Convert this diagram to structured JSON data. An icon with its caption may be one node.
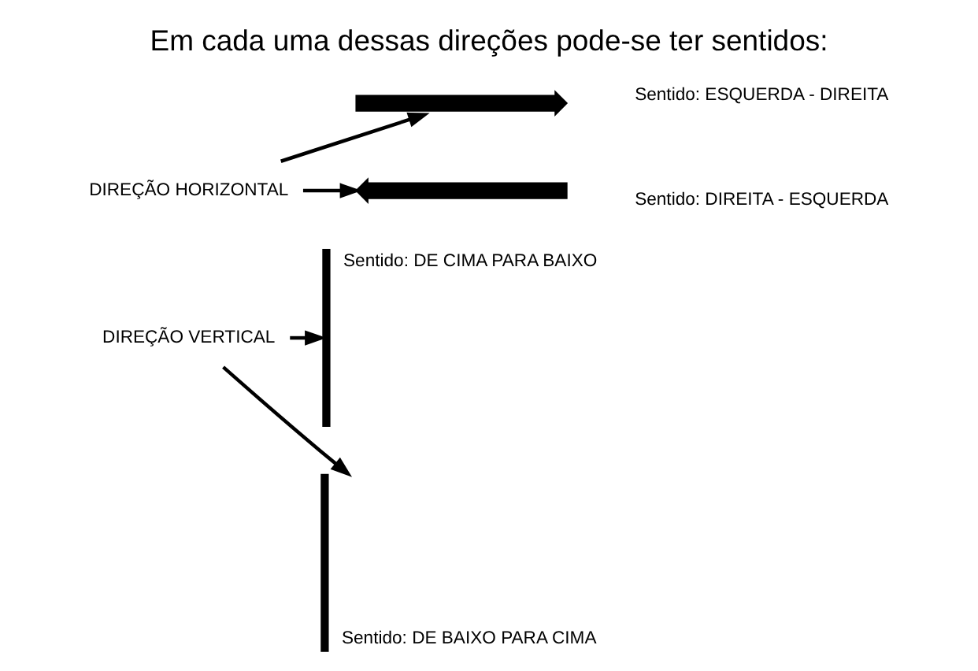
{
  "diagram": {
    "title": "Em cada uma dessas direções pode-se ter sentidos:",
    "nodes": [
      {
        "text": [
          "DIREÇÃO HORIZONTAL"
        ]
      },
      {
        "text": [],
        "shape": "bar",
        "beside": [
          "Sentido: ESQUERDA - DIREITA"
        ]
      },
      {
        "text": [],
        "shape": "bar",
        "beside": [
          "Sentido: DIREITA - ESQUERDA"
        ]
      },
      {
        "text": [
          "DIREÇÃO VERTICAL"
        ]
      },
      {
        "text": [],
        "shape": "bar",
        "beside": [
          "Sentido: DE CIMA PARA BAIXO"
        ]
      },
      {
        "text": [],
        "shape": "bar",
        "beside": [
          "Sentido: DE BAIXO PARA CIMA"
        ]
      }
    ],
    "edges": [
      {
        "from": 0,
        "to": 1,
        "arrow": "to"
      },
      {
        "from": 0,
        "to": 2,
        "arrow": "to"
      },
      {
        "from": 3,
        "to": 4,
        "arrow": "to"
      },
      {
        "from": 3,
        "to": 5,
        "arrow": "to"
      }
    ]
  }
}
